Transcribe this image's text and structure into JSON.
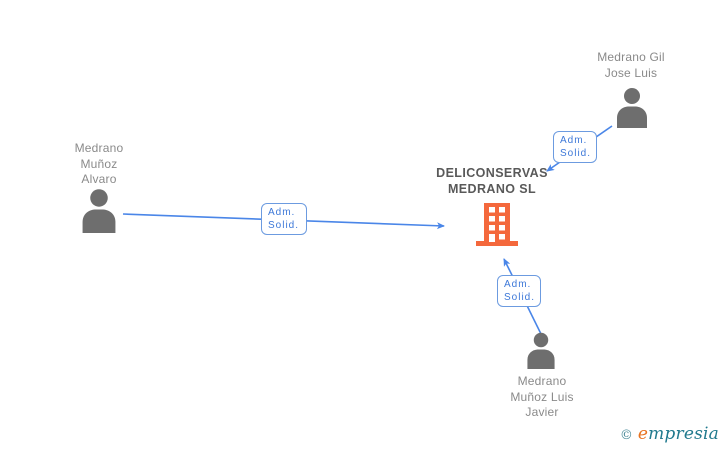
{
  "company": {
    "name_lines": [
      "DELICONSERVAS",
      "MEDRANO SL"
    ],
    "icon": "building-icon",
    "icon_color": "#F4683C",
    "text_color": "#595959"
  },
  "persons": [
    {
      "name": "Medrano Gil Jose Luis",
      "lines": [
        "Medrano Gil",
        "Jose Luis"
      ],
      "icon": "person-icon"
    },
    {
      "name": "Medrano Muñoz Alvaro",
      "lines": [
        "Medrano",
        "Muñoz",
        "Alvaro"
      ],
      "icon": "person-icon"
    },
    {
      "name": "Medrano Muñoz Luis Javier",
      "lines": [
        "Medrano",
        "Muñoz Luis",
        "Javier"
      ],
      "icon": "person-icon"
    }
  ],
  "edges": [
    {
      "from": "Medrano Gil Jose Luis",
      "to": "DELICONSERVAS MEDRANO SL",
      "label_lines": [
        "Adm.",
        "Solid."
      ]
    },
    {
      "from": "Medrano Muñoz Alvaro",
      "to": "DELICONSERVAS MEDRANO SL",
      "label_lines": [
        "Adm.",
        "Solid."
      ]
    },
    {
      "from": "Medrano Muñoz Luis Javier",
      "to": "DELICONSERVAS MEDRANO SL",
      "label_lines": [
        "Adm.",
        "Solid."
      ]
    }
  ],
  "colors": {
    "edge_blue": "#4A86E8",
    "edge_label_text": "#3D78D8",
    "edge_label_border": "#6C9BE0",
    "building_orange": "#F4683C",
    "person_gray": "#6E6E6E",
    "person_label_gray": "#8a8a8a",
    "brand_orange": "#E87320",
    "brand_teal": "#217A8E"
  },
  "footer": {
    "copyright_symbol": "©",
    "brand_first_letter": "e",
    "brand_rest": "mpresia"
  }
}
